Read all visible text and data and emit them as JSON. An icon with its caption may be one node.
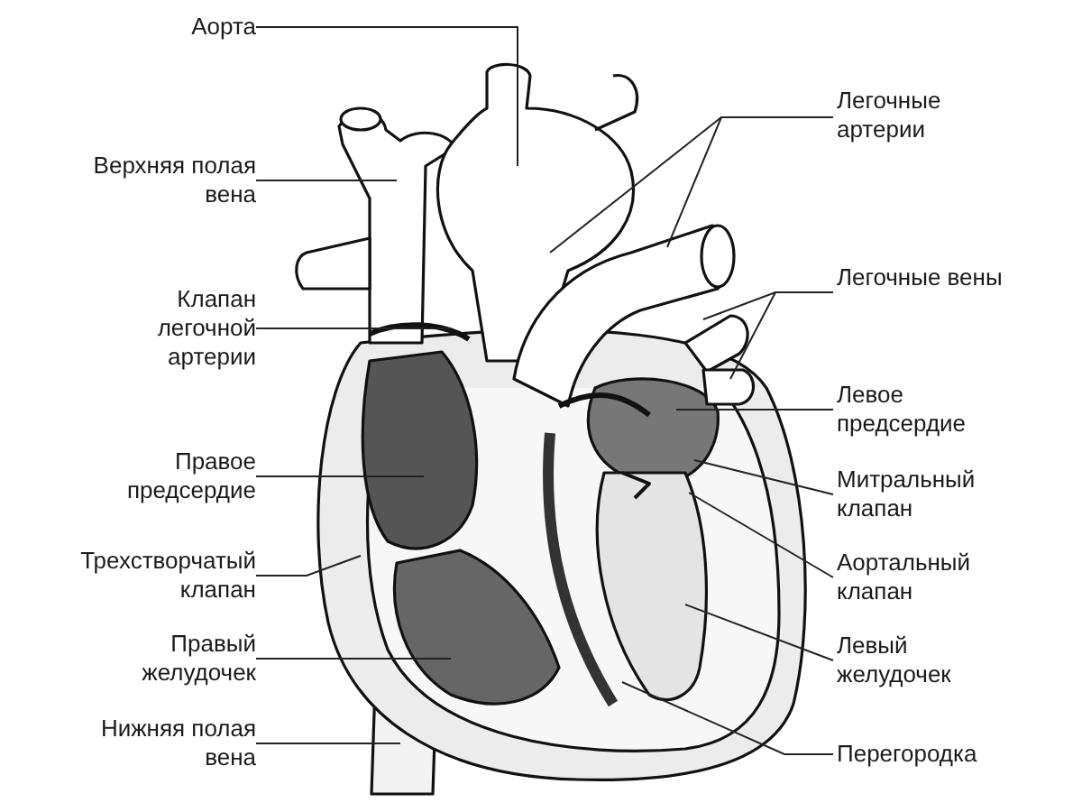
{
  "diagram": {
    "nodes": [
      {
        "text": [
          "Аорта"
        ]
      },
      {
        "text": [
          "Верхняя полая вена"
        ]
      },
      {
        "text": [
          "Клапан легочной артерии"
        ]
      },
      {
        "text": [
          "Правое предсердие"
        ]
      },
      {
        "text": [
          "Трехстворчатый клапан"
        ]
      },
      {
        "text": [
          "Правый желудочек"
        ]
      },
      {
        "text": [
          "Нижняя полая вена"
        ]
      },
      {
        "text": [
          "Легочные артерии"
        ]
      },
      {
        "text": [
          "Легочные вены"
        ]
      },
      {
        "text": [
          "Левое предсердие"
        ]
      },
      {
        "text": [
          "Митральный клапан"
        ]
      },
      {
        "text": [
          "Аортальный клапан"
        ]
      },
      {
        "text": [
          "Левый желудочек"
        ]
      },
      {
        "text": [
          "Перегородка"
        ]
      }
    ],
    "edges": [
      {
        "from": 0,
        "to": null,
        "arrow": "none"
      },
      {
        "from": 1,
        "to": null,
        "arrow": "none"
      },
      {
        "from": 2,
        "to": null,
        "arrow": "none"
      },
      {
        "from": 3,
        "to": null,
        "arrow": "none"
      },
      {
        "from": 4,
        "to": null,
        "arrow": "none"
      },
      {
        "from": 5,
        "to": null,
        "arrow": "none"
      },
      {
        "from": 6,
        "to": null,
        "arrow": "none"
      },
      {
        "from": 7,
        "to": null,
        "arrow": "none"
      },
      {
        "from": 7,
        "to": null,
        "arrow": "none"
      },
      {
        "from": 8,
        "to": null,
        "arrow": "none"
      },
      {
        "from": 8,
        "to": null,
        "arrow": "none"
      },
      {
        "from": 9,
        "to": null,
        "arrow": "none"
      },
      {
        "from": 10,
        "to": null,
        "arrow": "none"
      },
      {
        "from": 11,
        "to": null,
        "arrow": "none"
      },
      {
        "from": 12,
        "to": null,
        "arrow": "none"
      },
      {
        "from": 13,
        "to": null,
        "arrow": "none"
      }
    ]
  }
}
